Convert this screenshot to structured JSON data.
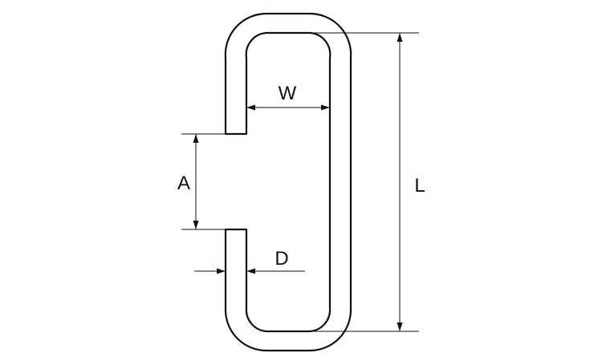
{
  "drawing": {
    "part": "s-hook",
    "dimensions": {
      "width_label": "W",
      "length_label": "L",
      "gap_label": "A",
      "diameter_label": "D"
    }
  }
}
